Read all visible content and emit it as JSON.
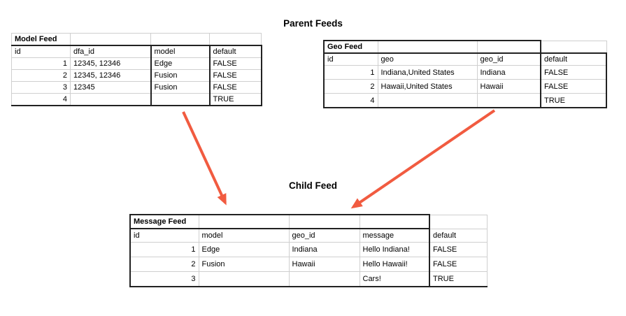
{
  "page": {
    "parent_heading": "Parent Feeds",
    "child_heading": "Child Feed"
  },
  "colors": {
    "highlight_blue": "#6fa8dc",
    "highlight_orange": "#ff9900",
    "arrow": "#f15b40"
  },
  "arrows": [
    {
      "name": "model-feed-to-message-feed",
      "from": "Model Feed",
      "to": "Message Feed"
    },
    {
      "name": "geo-feed-to-message-feed",
      "from": "Geo Feed",
      "to": "Message Feed"
    }
  ],
  "tables": {
    "model_feed": {
      "title": "Model Feed",
      "columns": [
        {
          "label": "id",
          "hl": null
        },
        {
          "label": "dfa_id",
          "hl": "blue"
        },
        {
          "label": "model",
          "hl": "orange"
        },
        {
          "label": "default",
          "hl": null
        }
      ],
      "rows": [
        [
          "1",
          "12345, 12346",
          "Edge",
          "FALSE"
        ],
        [
          "2",
          "12345, 12346",
          "Fusion",
          "FALSE"
        ],
        [
          "3",
          "12345",
          "Fusion",
          "FALSE"
        ],
        [
          "4",
          "",
          "",
          "TRUE"
        ]
      ]
    },
    "geo_feed": {
      "title": "Geo Feed",
      "columns": [
        {
          "label": "id",
          "hl": null
        },
        {
          "label": "geo",
          "hl": "blue"
        },
        {
          "label": "geo_id",
          "hl": "orange"
        },
        {
          "label": "default",
          "hl": null
        }
      ],
      "rows": [
        [
          "1",
          "Indiana,United States",
          "Indiana",
          "FALSE"
        ],
        [
          "2",
          "Hawaii,United States",
          "Hawaii",
          "FALSE"
        ],
        [
          "4",
          "",
          "",
          "TRUE"
        ]
      ]
    },
    "message_feed": {
      "title": "Message Feed",
      "columns": [
        {
          "label": "id",
          "hl": null
        },
        {
          "label": "model",
          "hl": "orange"
        },
        {
          "label": "geo_id",
          "hl": "orange"
        },
        {
          "label": "message",
          "hl": null
        },
        {
          "label": "default",
          "hl": null
        }
      ],
      "rows": [
        [
          "1",
          "Edge",
          "Indiana",
          "Hello Indiana!",
          "FALSE"
        ],
        [
          "2",
          "Fusion",
          "Hawaii",
          "Hello Hawaii!",
          "FALSE"
        ],
        [
          "3",
          "",
          "",
          "Cars!",
          "TRUE"
        ]
      ]
    }
  }
}
